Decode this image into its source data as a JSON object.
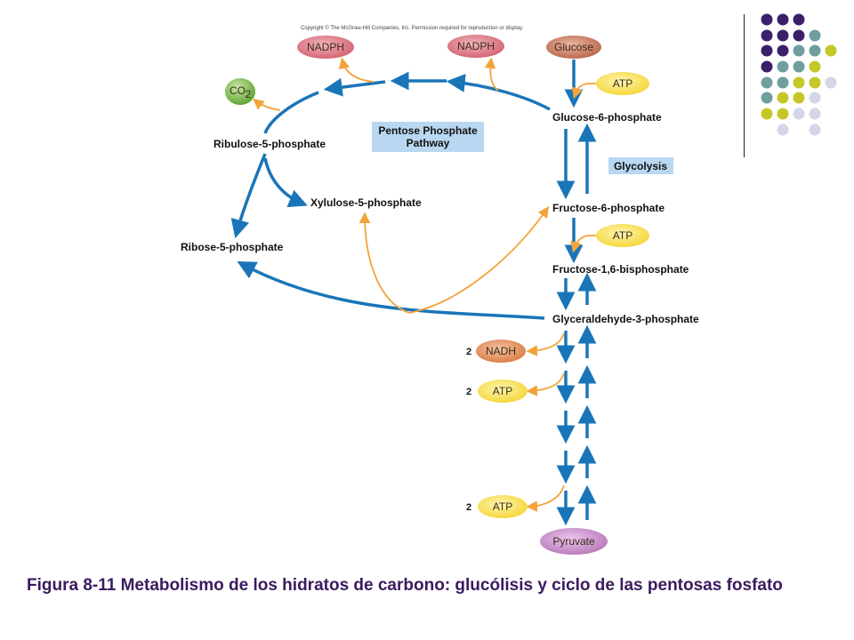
{
  "copyright": "Copyright © The McGraw-Hill Companies, Inc. Permission required for reproduction or display.",
  "metabolites": {
    "glucose": "Glucose",
    "g6p": "Glucose-6-phosphate",
    "f6p": "Fructose-6-phosphate",
    "f16bp": "Fructose-1,6-bisphosphate",
    "g3p": "Glyceraldehyde-3-phosphate",
    "pyruvate": "Pyruvate",
    "ribulose5p": "Ribulose-5-phosphate",
    "xylulose5p": "Xylulose-5-phosphate",
    "ribose5p": "Ribose-5-phosphate"
  },
  "cofactors": {
    "nadph_1": "NADPH",
    "nadph_2": "NADPH",
    "co2_main": "CO",
    "co2_sub": "2",
    "atp_1": "ATP",
    "atp_2": "ATP",
    "nadh": "NADH",
    "atp_3": "ATP",
    "atp_4": "ATP"
  },
  "counts": {
    "nadh": "2",
    "atp_3": "2",
    "atp_4": "2"
  },
  "pathways": {
    "pentose_line1": "Pentose Phosphate",
    "pentose_line2": "Pathway",
    "glycolysis": "Glycolysis"
  },
  "caption": "Figura 8-11 Metabolismo de los hidratos de carbono: glucólisis y ciclo de las pentosas fosfato",
  "colors": {
    "pathway_arrow": "#1a75b8",
    "cofactor_arrow": "#f2a43a",
    "nadph_oval": "#d9737e",
    "co2_oval": "#7dbb4a",
    "atp_oval": "#f7de4a",
    "nadh_oval": "#dd8c5e",
    "glucose_oval": "#c97b62",
    "pyruvate_oval": "#c68cc8",
    "label_box": "#b9d7f0",
    "caption_text": "#3b1a5f",
    "dot_purple": "#3c1f6b",
    "dot_teal": "#6e9ea0",
    "dot_yellow": "#c6c828",
    "dot_lavender": "#d5d5ea"
  }
}
